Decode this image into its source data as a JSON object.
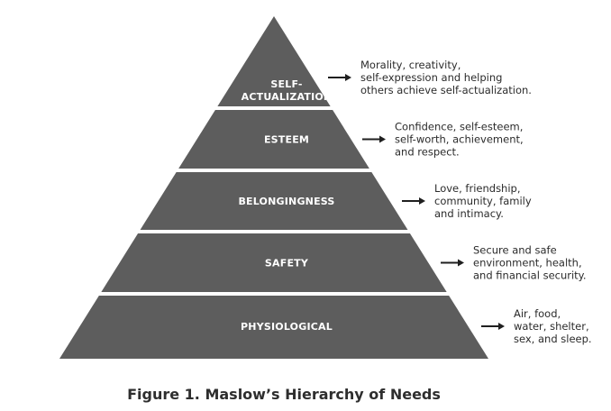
{
  "colors": {
    "tier_fill": "#5d5d5d",
    "tier_gap": "#ffffff",
    "tier_text": "#ffffff",
    "description_text": "#2b2b2b",
    "arrow": "#1f1f1f",
    "caption_text": "#2e2e2e"
  },
  "tiers": [
    {
      "label_lines": [
        "SELF-",
        "ACTUALIZATION"
      ],
      "description_lines": [
        "Morality, creativity,",
        "self-expression and helping",
        "others achieve self-actualization."
      ]
    },
    {
      "label_lines": [
        "ESTEEM"
      ],
      "description_lines": [
        "Confidence, self-esteem,",
        "self-worth, achievement,",
        "and respect."
      ]
    },
    {
      "label_lines": [
        "BELONGINGNESS"
      ],
      "description_lines": [
        "Love, friendship,",
        "community, family",
        "and intimacy."
      ]
    },
    {
      "label_lines": [
        "SAFETY"
      ],
      "description_lines": [
        "Secure and safe",
        "environment, health,",
        "and financial security."
      ]
    },
    {
      "label_lines": [
        "PHYSIOLOGICAL"
      ],
      "description_lines": [
        "Air, food,",
        "water, shelter,",
        "sex, and sleep."
      ]
    }
  ],
  "caption": "Figure 1. Maslow’s Hierarchy of Needs"
}
